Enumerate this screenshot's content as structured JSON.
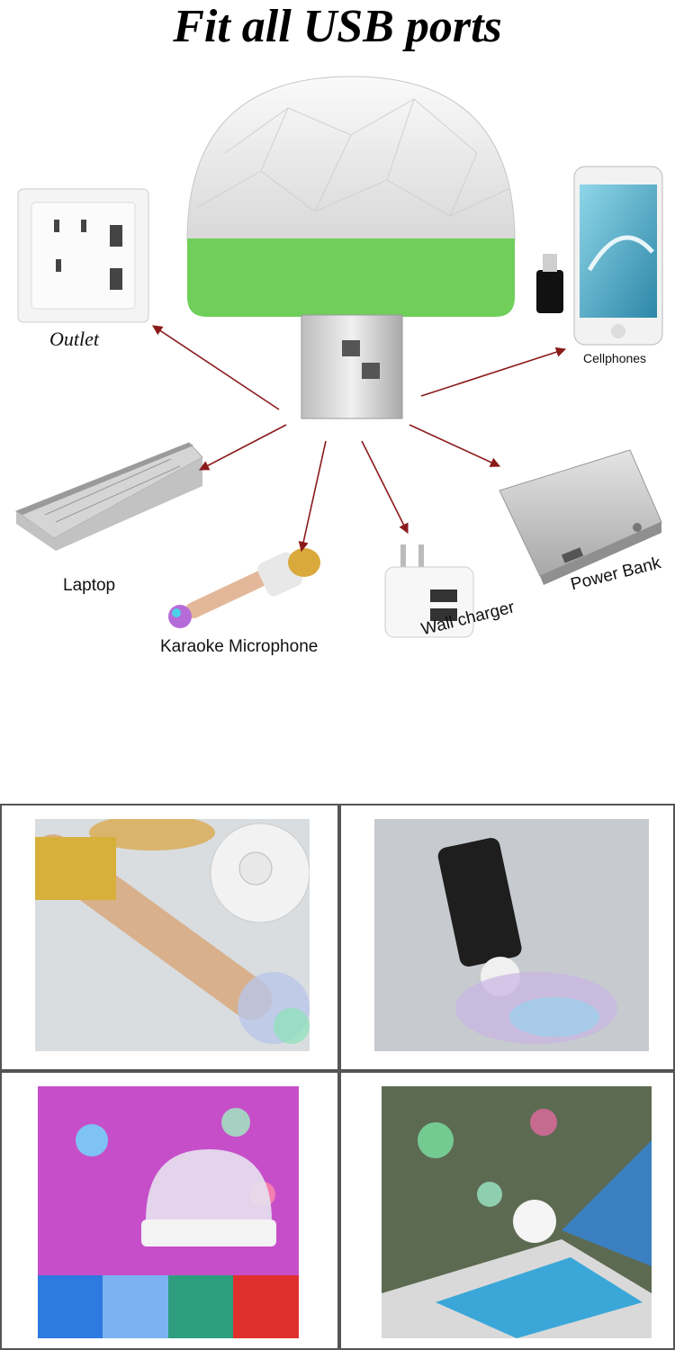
{
  "title": "Fit all USB ports",
  "labels": {
    "outlet": "Outlet",
    "cellphones": "Cellphones",
    "laptop": "Laptop",
    "karaoke": "Karaoke Microphone",
    "wall_charger": "Wall charger",
    "power_bank": "Power Bank"
  },
  "colors": {
    "arrow": "#8b1a1a",
    "lamp_band": "#6fcf5a"
  }
}
